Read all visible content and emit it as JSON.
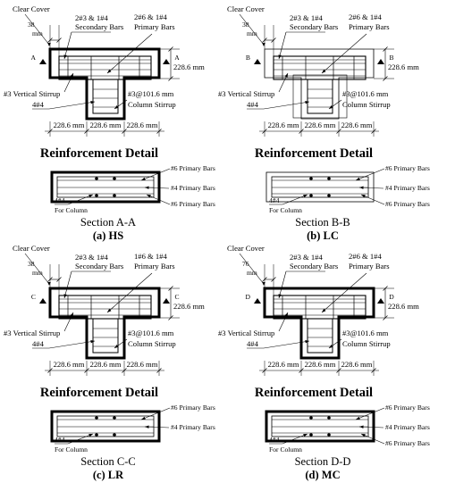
{
  "panels": [
    {
      "letter": "A",
      "clear_cover": "Clear Cover",
      "cover": "38",
      "cover_unit": "mm",
      "secondary_bars": "2#3 & 1#4",
      "secondary_label": "Secondary Bars",
      "primary_bars": "2#6 & 1#4",
      "primary_label": "Primary Bars",
      "depth": "228.6 mm",
      "vertical_stirrup": "#3 Vertical Stirrup",
      "column_bars": "4#4",
      "column_stirrup_spec": "#3@101.6 mm",
      "column_stirrup": "Column Stirrup",
      "widths": [
        "228.6 mm",
        "228.6 mm",
        "228.6 mm"
      ],
      "heading": "Reinforcement Detail",
      "top_bars": "#6 Primary Bars",
      "mid_bars": "#4 Primary Bars",
      "bottom_bars": "#6 Primary Bars",
      "for_column_bars": "4#4",
      "for_column": "For Column",
      "section": "Section A-A",
      "caption": "(a) HS"
    },
    {
      "letter": "B",
      "clear_cover": "Clear Cover",
      "cover": "38",
      "cover_unit": "mm",
      "secondary_bars": "2#3 & 1#4",
      "secondary_label": "Secondary Bars",
      "primary_bars": "2#6 & 1#4",
      "primary_label": "Primary Bars",
      "depth": "228.6 mm",
      "vertical_stirrup": "#3 Vertical Stirrup",
      "column_bars": "4#4",
      "column_stirrup_spec": "#3@101.6 mm",
      "column_stirrup": "Column Stirrup",
      "widths": [
        "228.6 mm",
        "228.6 mm",
        "228.6 mm"
      ],
      "heading": "Reinforcement Detail",
      "top_bars": "#6 Primary Bars",
      "mid_bars": "#4 Primary Bars",
      "bottom_bars": "#6 Primary Bars",
      "for_column_bars": "4#4",
      "for_column": "For Column",
      "section": "Section B-B",
      "caption": "(b) LC"
    },
    {
      "letter": "C",
      "clear_cover": "Clear Cover",
      "cover": "38",
      "cover_unit": "mm",
      "secondary_bars": "2#3 & 1#4",
      "secondary_label": "Secondary Bars",
      "primary_bars": "1#6 & 1#4",
      "primary_label": "Primary Bars",
      "depth": "228.6 mm",
      "vertical_stirrup": "#3 Vertical Stirrup",
      "column_bars": "4#4",
      "column_stirrup_spec": "#3@101.6 mm",
      "column_stirrup": "Column Stirrup",
      "widths": [
        "228.6 mm",
        "228.6 mm",
        "228.6 mm"
      ],
      "heading": "Reinforcement Detail",
      "top_bars": "#6 Primary Bars",
      "mid_bars": "#4 Primary Bars",
      "bottom_bars": "",
      "for_column_bars": "4#4",
      "for_column": "For Column",
      "section": "Section C-C",
      "caption": "(c) LR"
    },
    {
      "letter": "D",
      "clear_cover": "Clear Cover",
      "cover": "76",
      "cover_unit": "mm",
      "secondary_bars": "2#3 & 1#4",
      "secondary_label": "Secondary Bars",
      "primary_bars": "2#6 & 1#4",
      "primary_label": "Primary Bars",
      "depth": "228.6 mm",
      "vertical_stirrup": "#3 Vertical Stirrup",
      "column_bars": "4#4",
      "column_stirrup_spec": "#3@101.6 mm",
      "column_stirrup": "Column Stirrup",
      "widths": [
        "228.6 mm",
        "228.6 mm",
        "228.6 mm"
      ],
      "heading": "Reinforcement Detail",
      "top_bars": "#6 Primary Bars",
      "mid_bars": "#4 Primary Bars",
      "bottom_bars": "#6 Primary Bars",
      "for_column_bars": "4#4",
      "for_column": "For Column",
      "section": "Section D-D",
      "caption": "(d) MC"
    }
  ]
}
